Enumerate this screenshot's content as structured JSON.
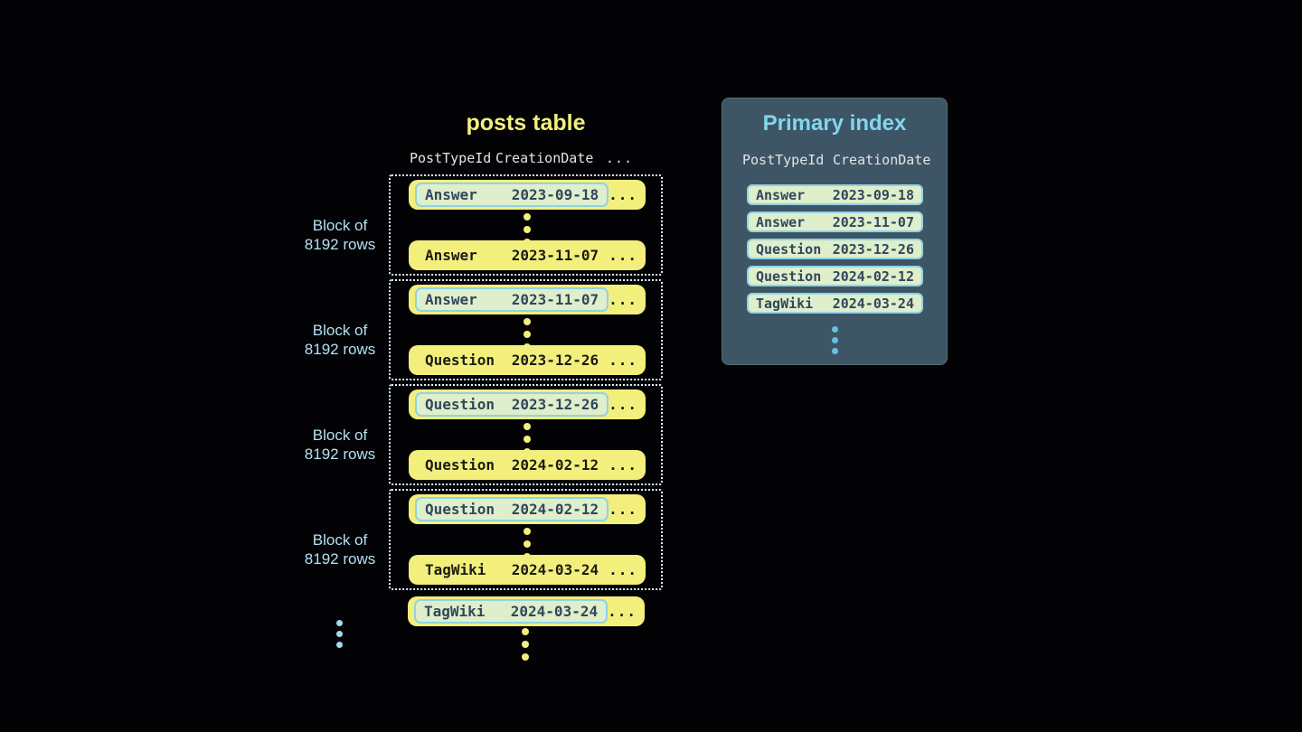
{
  "posts_table": {
    "title": "posts table",
    "columns": {
      "col1": "PostTypeId",
      "col2": "CreationDate",
      "col3": "..."
    },
    "blocks": [
      {
        "label_line1": "Block of",
        "label_line2": "8192 rows",
        "first": {
          "type": "Answer",
          "date": "2023-09-18",
          "more": "..."
        },
        "last": {
          "type": "Answer",
          "date": "2023-11-07",
          "more": "..."
        }
      },
      {
        "label_line1": "Block of",
        "label_line2": "8192 rows",
        "first": {
          "type": "Answer",
          "date": "2023-11-07",
          "more": "..."
        },
        "last": {
          "type": "Question",
          "date": "2023-12-26",
          "more": "..."
        }
      },
      {
        "label_line1": "Block of",
        "label_line2": "8192 rows",
        "first": {
          "type": "Question",
          "date": "2023-12-26",
          "more": "..."
        },
        "last": {
          "type": "Question",
          "date": "2024-02-12",
          "more": "..."
        }
      },
      {
        "label_line1": "Block of",
        "label_line2": "8192 rows",
        "first": {
          "type": "Question",
          "date": "2024-02-12",
          "more": "..."
        },
        "last": {
          "type": "TagWiki",
          "date": "2024-03-24",
          "more": "..."
        }
      }
    ],
    "tail_row": {
      "type": "TagWiki",
      "date": "2024-03-24",
      "more": "..."
    }
  },
  "primary_index": {
    "title": "Primary index",
    "columns": {
      "col1": "PostTypeId",
      "col2": "CreationDate"
    },
    "rows": [
      {
        "type": "Answer",
        "date": "2023-09-18"
      },
      {
        "type": "Answer",
        "date": "2023-11-07"
      },
      {
        "type": "Question",
        "date": "2023-12-26"
      },
      {
        "type": "Question",
        "date": "2024-02-12"
      },
      {
        "type": "TagWiki",
        "date": "2024-03-24"
      }
    ]
  },
  "colors": {
    "background": "#030306",
    "accent_yellow": "#f3ef7d",
    "text_on_yellow": "#1c1c12",
    "highlight_fill": "#dfeecb",
    "highlight_border": "#8fd3e4",
    "highlight_text": "#31475c",
    "block_label_blue": "#b3e0f2",
    "dotted_border": "#dbf3fa",
    "panel_background": "#3e5565",
    "panel_title_blue": "#82d6ee",
    "header_text": "#e4e4e4",
    "dot_blue": "#66c0de",
    "dot_blue_light": "#a5d9ec"
  }
}
